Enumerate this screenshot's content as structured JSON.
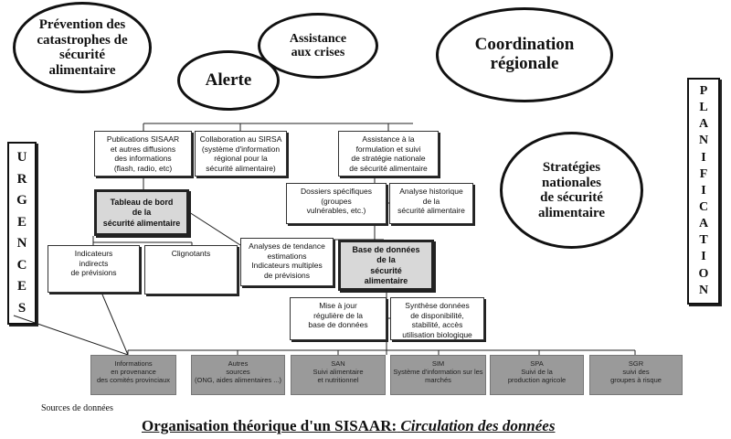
{
  "ellipses": {
    "prevention": "Prévention des\ncatastrophes de\nsécurité\nalimentaire",
    "assistance": "Assistance\naux crises",
    "alerte": "Alerte",
    "coordination": "Coordination\nrégionale",
    "strategies": "Stratégies\nnationales\nde   sécurité\nalimentaire"
  },
  "side": {
    "urgences": [
      "U",
      "R",
      "G",
      "E",
      "N",
      "C",
      "E",
      "S"
    ],
    "planification": [
      "P",
      "L",
      "A",
      "N",
      "I",
      "F",
      "I",
      "C",
      "A",
      "T",
      "I",
      "O",
      "N"
    ]
  },
  "boxes": {
    "publications": "Publications SISAAR\net autres diffusions\ndes informations\n(flash, radio, etc)",
    "collaboration": "Collaboration au SIRSA\n(système d'information\nrégional pour la\nsécurité alimentaire)",
    "assistance_formulation": "Assistance à la\nformulation et suivi\nde stratégie nationale\nde sécurité alimentaire",
    "tableau": "Tableau de bord\nde la\nsécurité alimentaire",
    "dossiers": "Dossiers spécifiques\n(groupes\nvulnérables, etc.)",
    "analyse_historique": "Analyse historique\nde la\nsécurité alimentaire",
    "indicateurs": "Indicateurs\nindirects\nde prévisions",
    "clignotants": "Clignotants",
    "analyses_tendance": "Analyses de tendance\nestimations\nIndicateurs multiples\nde prévisions",
    "base": "Base de données\nde la\nsécurité\nalimentaire",
    "mise_a_jour": "Mise à jour\nrégulière de la\nbase de données",
    "synthese": "Synthèse données\nde disponibilité,\nstabilité, accès\nutilisation biologique"
  },
  "sources": [
    "Informations\nen provenance\ndes comités provinciaux",
    "Autres\nsources\n(ONG, aides alimentaires ...)",
    "SAN\nSuivi alimentaire\net nutritionnel",
    "SIM\nSystème d'information sur les\nmarchés",
    "SPA\nSuivi de la\nproduction agricole",
    "SGR\nsuivi des\ngroupes à risque"
  ],
  "sources_label": "Sources de données",
  "title_main": "Organisation théorique d'un SISAAR:",
  "title_italic": "Circulation des données"
}
